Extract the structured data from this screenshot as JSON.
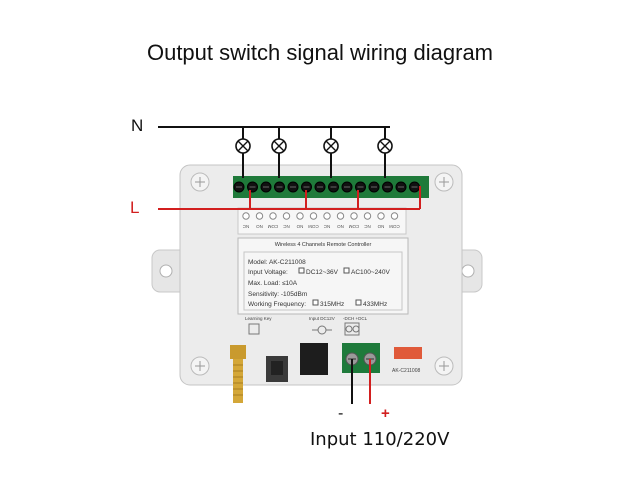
{
  "diagram": {
    "title": "Output switch signal wiring diagram",
    "neutral_label": "N",
    "live_label": "L",
    "minus_label": "-",
    "plus_label": "+",
    "input_label": "Input 110/220V",
    "terminal_labels": [
      "NC",
      "NO",
      "COM",
      "NC",
      "NO",
      "COM",
      "NC",
      "NO",
      "COM",
      "NC",
      "NO",
      "COM"
    ],
    "panel": {
      "title": "Wireless 4 Channels Remote Controller",
      "model": "Model:  AK-C211008",
      "input_voltage": "Input Voltage:",
      "opt_dc": "DC12~36V",
      "opt_ac": "AC100~240V",
      "max_load": "Max. Load:  ≤10A",
      "sensitivity": "Sensitivity:  -105dBm",
      "working_frequency": "Working Frequency:",
      "freq1": "315MHz",
      "freq2": "433MHz",
      "learning_key": "Learning Key",
      "input_dc": "Input DC12V",
      "dch_label": "-DCH   +DCL",
      "board_code": "AK-C211008"
    },
    "colors": {
      "neutral_wire": "#111111",
      "live_wire": "#d21f1f",
      "enclosure": "#ececec",
      "terminal_green": "#1f7a3a"
    }
  }
}
